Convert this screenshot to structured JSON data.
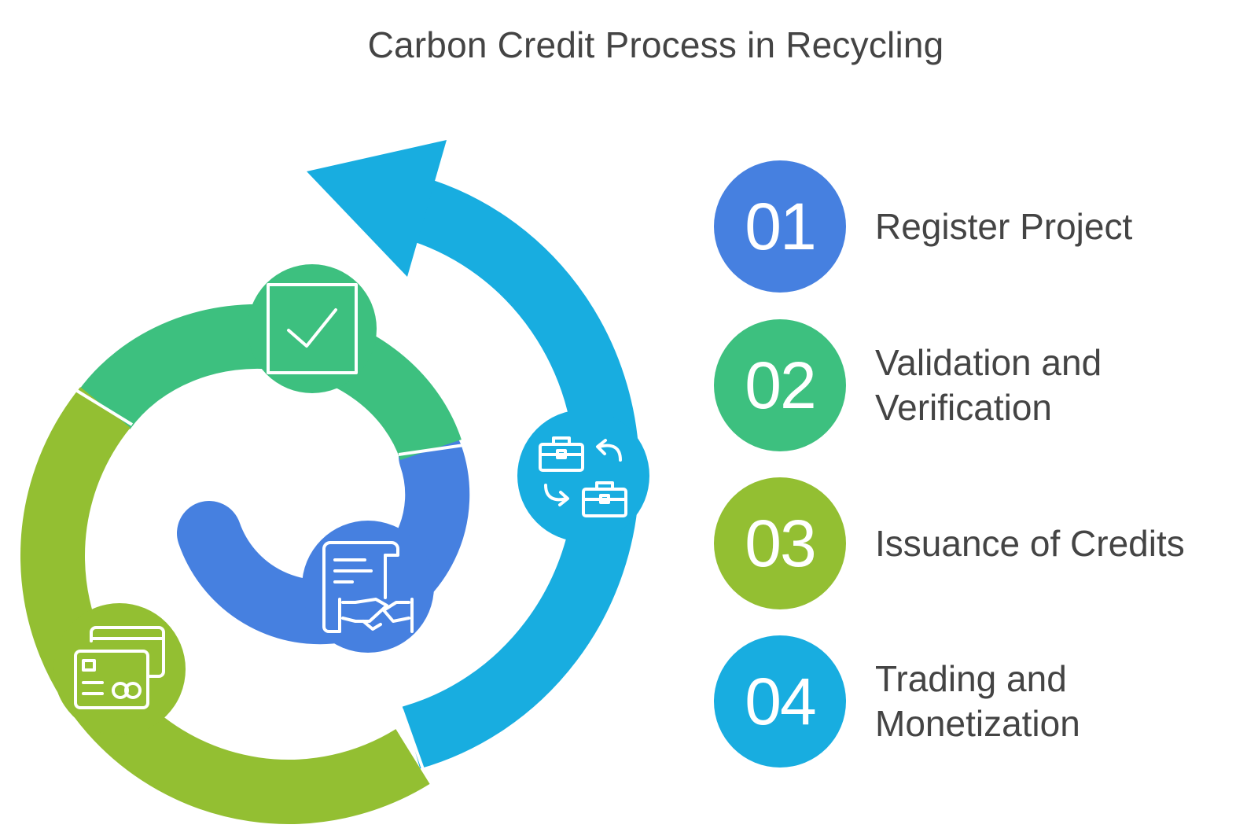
{
  "title": "Carbon Credit Process in Recycling",
  "colors": {
    "blue": "#4680E0",
    "green": "#3DC07F",
    "lime": "#93BF32",
    "cyan": "#18ADE0",
    "text": "#444444"
  },
  "steps": [
    {
      "number": "01",
      "label": "Register Project",
      "color": "#4680E0",
      "icon": "contract-handshake-icon"
    },
    {
      "number": "02",
      "label": "Validation and Verification",
      "color": "#3DC07F",
      "icon": "checkbox-check-icon"
    },
    {
      "number": "03",
      "label": "Issuance of Credits",
      "color": "#93BF32",
      "icon": "credit-cards-icon"
    },
    {
      "number": "04",
      "label": "Trading and Monetization",
      "color": "#18ADE0",
      "icon": "briefcase-exchange-icon"
    }
  ]
}
